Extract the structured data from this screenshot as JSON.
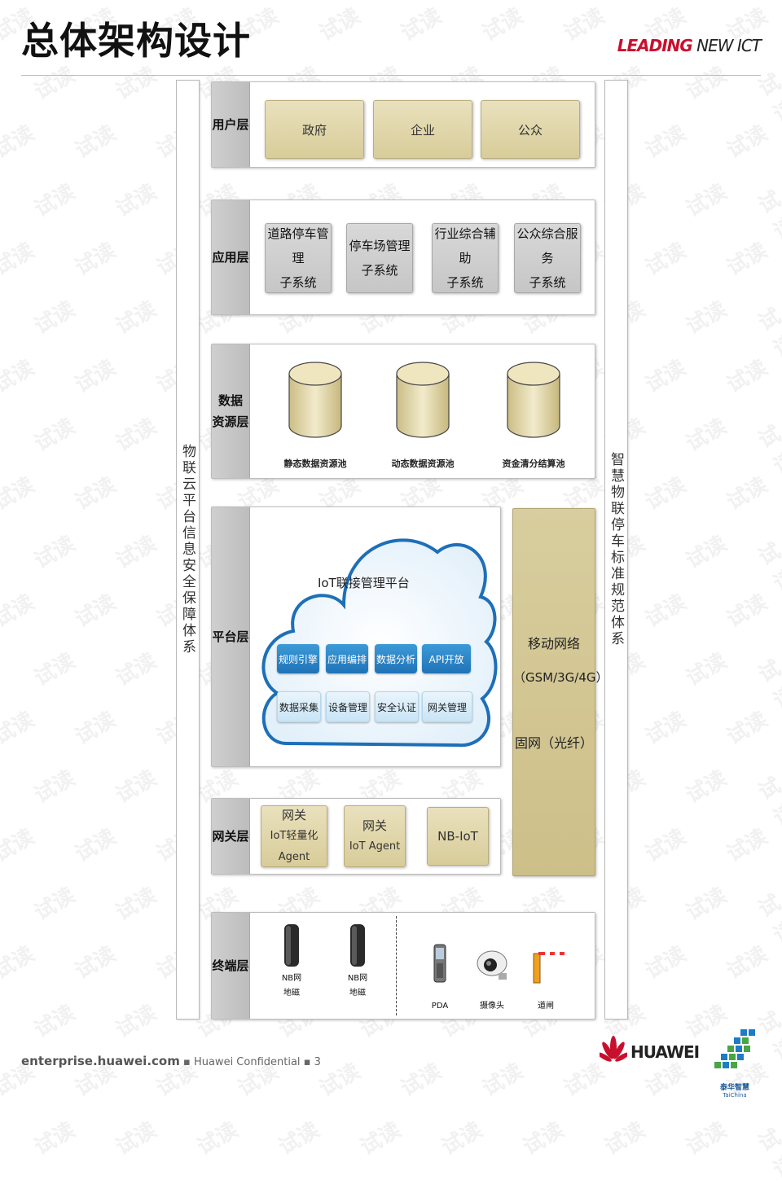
{
  "page_title": "总体架构设计",
  "slogan": {
    "part1": "LEADING",
    "part2": " NEW ICT"
  },
  "left_side": "物联云平台信息安全保障体系",
  "right_side": "智慧物联停车标准规范体系",
  "layers": {
    "user": {
      "label": "用户层",
      "items": [
        "政府",
        "企业",
        "公众"
      ]
    },
    "app": {
      "label": "应用层",
      "items": [
        {
          "line1": "道路停车管理",
          "line2": "子系统"
        },
        {
          "line1": "停车场管理",
          "line2": "子系统"
        },
        {
          "line1": "行业综合辅助",
          "line2": "子系统"
        },
        {
          "line1": "公众综合服务",
          "line2": "子系统"
        }
      ]
    },
    "data": {
      "label_line1": "数据",
      "label_line2": "资源层",
      "items": [
        "静态数据资源池",
        "动态数据资源池",
        "资金清分结算池"
      ]
    },
    "platform": {
      "label": "平台层",
      "cloud_title": "IoT联接管理平台",
      "row1": [
        "规则引擎",
        "应用编排",
        "数据分析",
        "API开放"
      ],
      "row2": [
        "数据采集",
        "设备管理",
        "安全认证",
        "网关管理"
      ]
    },
    "gateway": {
      "label": "网关层",
      "items": [
        {
          "line1": "网关",
          "line2": "IoT轻量化Agent"
        },
        {
          "line1": "网关",
          "line2": "IoT Agent"
        },
        {
          "line1": "NB-IoT",
          "line2": ""
        }
      ]
    },
    "terminal": {
      "label": "终端层",
      "devices": [
        {
          "line1": "NB网",
          "line2": "地磁"
        },
        {
          "line1": "NB网",
          "line2": "地磁"
        },
        {
          "line1": "PDA",
          "line2": ""
        },
        {
          "line1": "摄像头",
          "line2": ""
        },
        {
          "line1": "道闸",
          "line2": ""
        }
      ]
    }
  },
  "network": {
    "line1": "移动网络",
    "line2": "（GSM/3G/4G）",
    "line3": "固网（光纤）"
  },
  "footer": {
    "site": "enterprise.huawei.com",
    "confidential": "Huawei Confidential",
    "page": "3"
  },
  "logos": {
    "huawei": "HUAWEI",
    "partner": "泰华智慧",
    "partner_en": "TaiChina"
  },
  "colors": {
    "accent_red": "#c8102e",
    "tan": "#d8cc99",
    "platform_blue": "#1f73b7"
  }
}
